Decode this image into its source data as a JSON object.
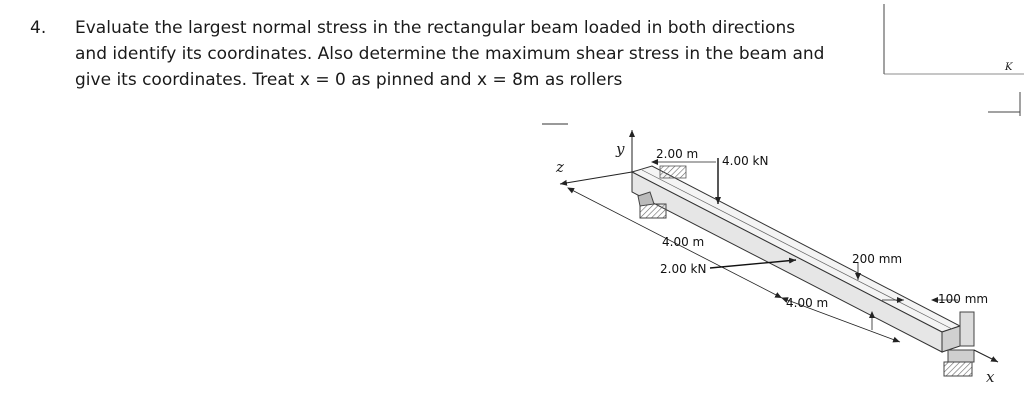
{
  "problem": {
    "number": "4.",
    "lines": [
      "Evaluate the largest normal stress in the rectangular beam loaded in both directions",
      "and identify its coordinates. Also determine the maximum shear stress in the beam and",
      "give its coordinates.  Treat x = 0 as pinned and x = 8m as rollers"
    ]
  },
  "figure": {
    "dim_top": "2.00 m",
    "load_vertical": "4.00 kN",
    "dim_mid": "4.00 m",
    "load_horizontal": "2.00 kN",
    "dim_bottom": "4.00 m",
    "section_height": "200 mm",
    "section_width": "100 mm",
    "axis_y": "y",
    "axis_z": "z",
    "axis_x": "x"
  },
  "corner": {
    "label": "K"
  }
}
